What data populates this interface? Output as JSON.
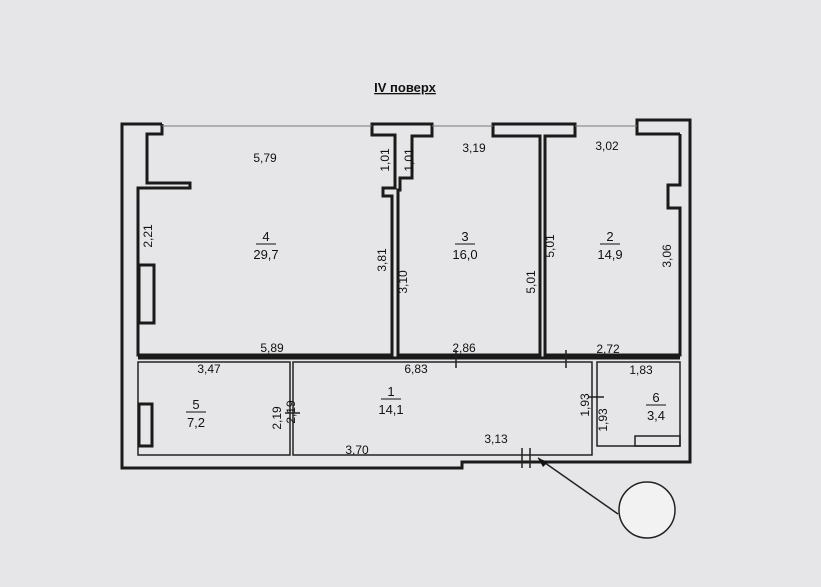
{
  "title": "IV поверх",
  "rooms": [
    {
      "number": "4",
      "area": "29,7"
    },
    {
      "number": "3",
      "area": "16,0"
    },
    {
      "number": "2",
      "area": "14,9"
    },
    {
      "number": "5",
      "area": "7,2"
    },
    {
      "number": "1",
      "area": "14,1"
    },
    {
      "number": "6",
      "area": "3,4"
    }
  ],
  "dimensions": {
    "d1": "5,79",
    "d2": "1,01",
    "d3": "1,01",
    "d4": "3,19",
    "d5": "3,02",
    "d6": "2,21",
    "d7": "3,81",
    "d8": "3,10",
    "d9": "5,01",
    "d10": "5,01",
    "d11": "3,06",
    "d12": "5,89",
    "d13": "2,86",
    "d14": "2,72",
    "d15": "3,47",
    "d16": "6,83",
    "d17": "1,83",
    "d18": "2,19",
    "d19": "2,19",
    "d20": "1,93",
    "d21": "1,93",
    "d22": "3,70",
    "d23": "3,13"
  }
}
